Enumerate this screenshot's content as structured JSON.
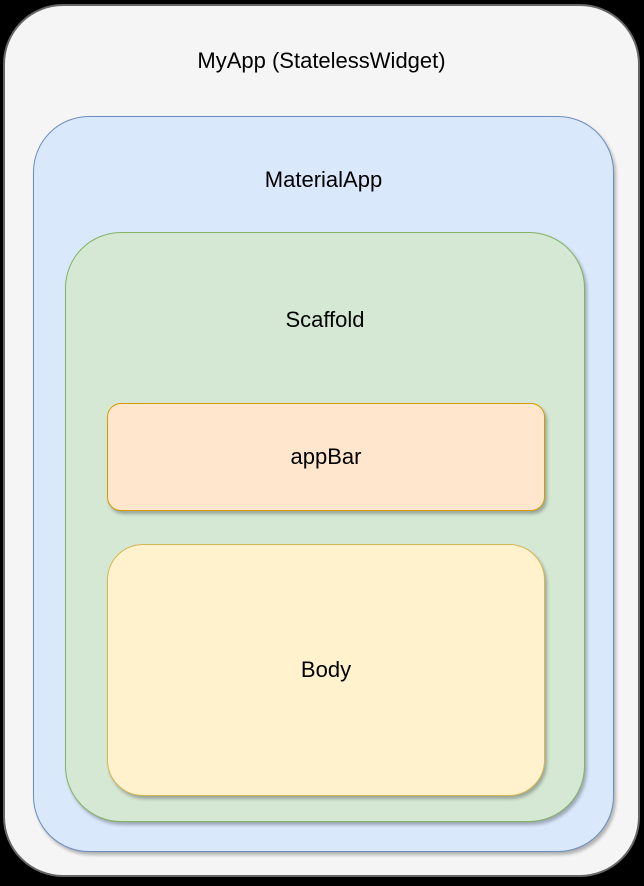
{
  "diagram": {
    "title": "Flutter widget tree nesting diagram",
    "background_color": "#000000",
    "nodes": {
      "myapp": {
        "label": "MyApp (StatelessWidget)",
        "fill": "#f5f5f5",
        "border": "#666666"
      },
      "materialapp": {
        "label": "MaterialApp",
        "fill": "#dae8fc",
        "border": "#6c8ebf"
      },
      "scaffold": {
        "label": "Scaffold",
        "fill": "#d5e8d4",
        "border": "#82b366"
      },
      "appbar": {
        "label": "appBar",
        "fill": "#ffe6cc",
        "border": "#d79b00"
      },
      "body": {
        "label": "Body",
        "fill": "#fff2cc",
        "border": "#d6b656"
      }
    }
  }
}
